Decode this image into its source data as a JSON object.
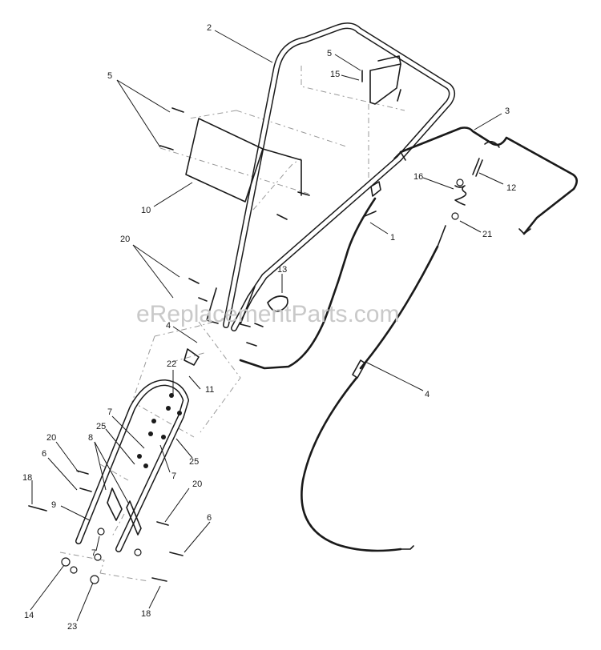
{
  "watermark": "eReplacementParts.com",
  "callouts": [
    "1",
    "2",
    "3",
    "4",
    "4",
    "5",
    "5",
    "6",
    "6",
    "7",
    "7",
    "7",
    "8",
    "9",
    "10",
    "11",
    "12",
    "13",
    "14",
    "15",
    "16",
    "18",
    "18",
    "20",
    "20",
    "20",
    "21",
    "22",
    "23",
    "25",
    "25"
  ]
}
